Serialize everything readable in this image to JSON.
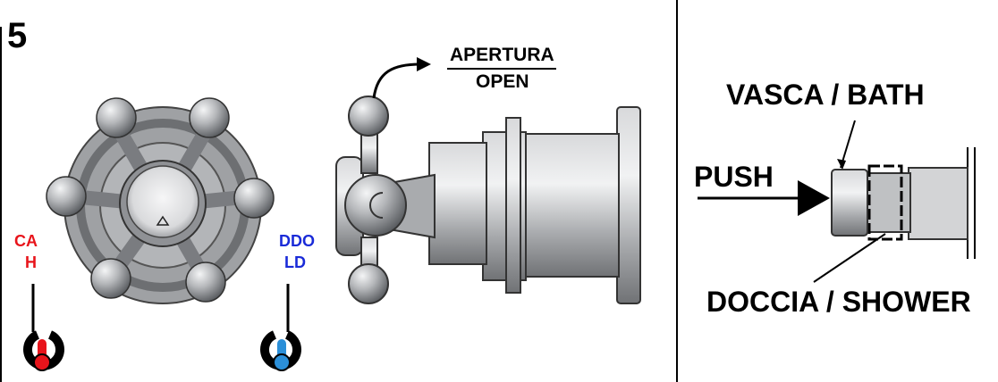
{
  "step_number": "5",
  "labels": {
    "apertura": "APERTURA",
    "open": "OPEN",
    "vasca_bath": "VASCA / BATH",
    "push": "PUSH",
    "doccia_shower": "DOCCIA / SHOWER",
    "hot_line1": "CA",
    "hot_line2": "H",
    "cold_line1": "DDO",
    "cold_line2": "LD"
  },
  "colors": {
    "hot": "#e8141b",
    "cold": "#1a2bd8",
    "metal": "#a9abae"
  },
  "icons": [
    "hot-thermometer-icon",
    "cold-thermometer-icon"
  ]
}
